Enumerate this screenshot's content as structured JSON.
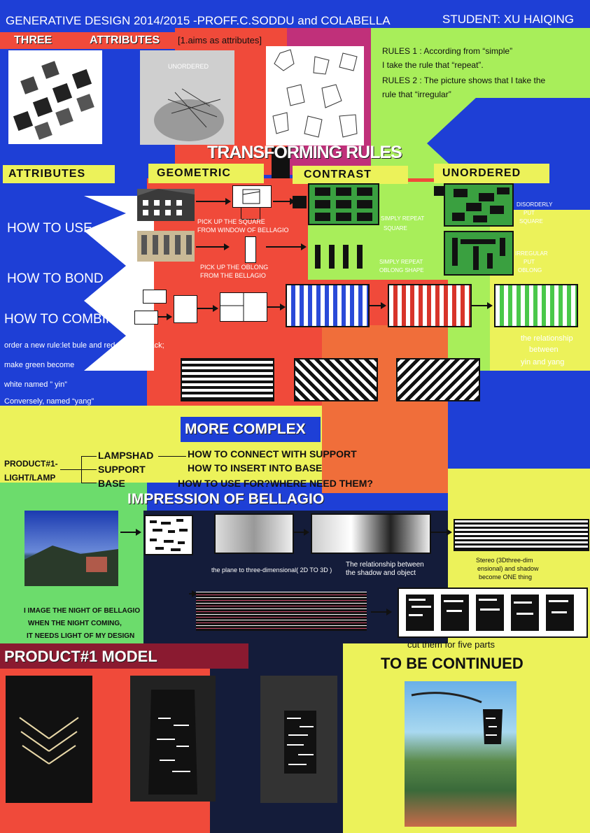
{
  "header": {
    "title": "GENERATIVE DESIGN 2014/2015 -PROFF.C.SODDU and COLABELLA",
    "student": "STUDENT: XU HAIQING"
  },
  "attributes_banner": {
    "three": "THREE",
    "attributes": "ATTRIBUTES",
    "aims": "[1.aims as attributes]"
  },
  "photo_labels": {
    "unordered": "UNORDERED"
  },
  "rules": {
    "line1": "RULES 1 : According from “simple”",
    "line2": "I take the rule that “repeat”.",
    "line3": "RULES 2 : The picture shows that I take the",
    "line4": "rule that “irregular”"
  },
  "transforming_rules": "TRANSFORMING RULES",
  "columns": {
    "attributes": "ATTRIBUTES",
    "geometric": "GEOMETRIC",
    "contrast": "CONTRAST",
    "unordered": "UNORDERED"
  },
  "how": {
    "use": "HOW TO USE",
    "bond": "HOW TO BOND",
    "combine": "HOW TO COMBINE"
  },
  "captions": {
    "square1": "PICK UP THE SQUARE",
    "square2": "FROM WINDOW OF BELLAGIO",
    "oblong1": "PICK UP THE OBLONG",
    "oblong2": "FROM THE BELLAGIO",
    "repeat_sq1": "SIMPLY REPEAT",
    "repeat_sq2": "SQUARE",
    "repeat_ob1": "SIMPLY REPEAT",
    "repeat_ob2": "OBLONG SHAPE",
    "dis1": "DISORDERLY",
    "dis2": "PUT",
    "dis3": "SQUARE",
    "irr1": "IRREGULAR",
    "irr2": "PUT",
    "irr3": "OBLONG"
  },
  "yinyang": {
    "l1": "the relationship",
    "l2": "between",
    "l3": "yin and yang"
  },
  "order_rule": {
    "l1": "order a new rule:let bule and red.color in black;",
    "l2": "make green become",
    "l3": "white named ” yin”",
    "l4": "Conversely, named “yang”"
  },
  "more_complex": "MORE COMPLEX",
  "product": {
    "title1": "PRODUCT#1-",
    "title2": "LIGHT/LAMP",
    "lampshade": "LAMPSHAD",
    "support": "SUPPORT",
    "base": "BASE"
  },
  "questions": {
    "q1": "HOW TO CONNECT WITH SUPPORT",
    "q2": "HOW TO INSERT INTO BASE",
    "q3": "HOW TO USE FOR?WHERE NEED THEM?"
  },
  "impression": "IMPRESSION OF BELLAGIO",
  "notes": {
    "plane": "the plane to three-dimensional( 2D TO  3D )",
    "shadow1": "The relationship between",
    "shadow2": "the shadow and object",
    "stereo1": "Stereo (3Dthree-dim",
    "stereo2": "ensional) and shadow",
    "stereo3": "become ONE thing",
    "night1": "I IMAGE THE NIGHT OF BELLAGIO",
    "night2": "WHEN THE NIGHT COMING,",
    "night3": "IT NEEDS LIGHT OF MY DESIGN",
    "cut": "cut them for five parts"
  },
  "model_title": "PRODUCT#1 MODEL",
  "continued": "TO BE CONTINUED",
  "colors": {
    "blue": "#1e3fd6",
    "red": "#f04a3a",
    "green": "#a8ee5a",
    "yellow": "#ecf25a",
    "navy": "#141c3a"
  }
}
